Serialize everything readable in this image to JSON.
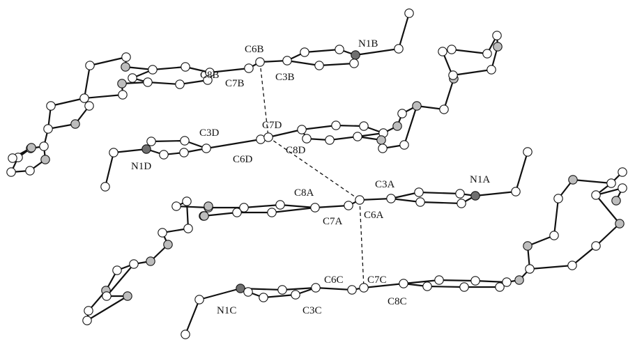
{
  "colors": {
    "carbon": "#ffffff",
    "oxygen": "#bdbdbd",
    "nitrogen": "#6f6f6f",
    "bond": "#111111",
    "background": "#ffffff"
  },
  "labels": {
    "C8B": "C8B",
    "C6B": "C6B",
    "C7B": "C7B",
    "C3B": "C3B",
    "N1B": "N1B",
    "C3D": "C3D",
    "C7D": "C7D",
    "N1D": "N1D",
    "C6D": "C6D",
    "C8D": "C8D",
    "C8A": "C8A",
    "C3A": "C3A",
    "N1A": "N1A",
    "C7A": "C7A",
    "C6A": "C6A",
    "C6C": "C6C",
    "C7C": "C7C",
    "N1C": "N1C",
    "C3C": "C3C",
    "C8C": "C8C"
  }
}
